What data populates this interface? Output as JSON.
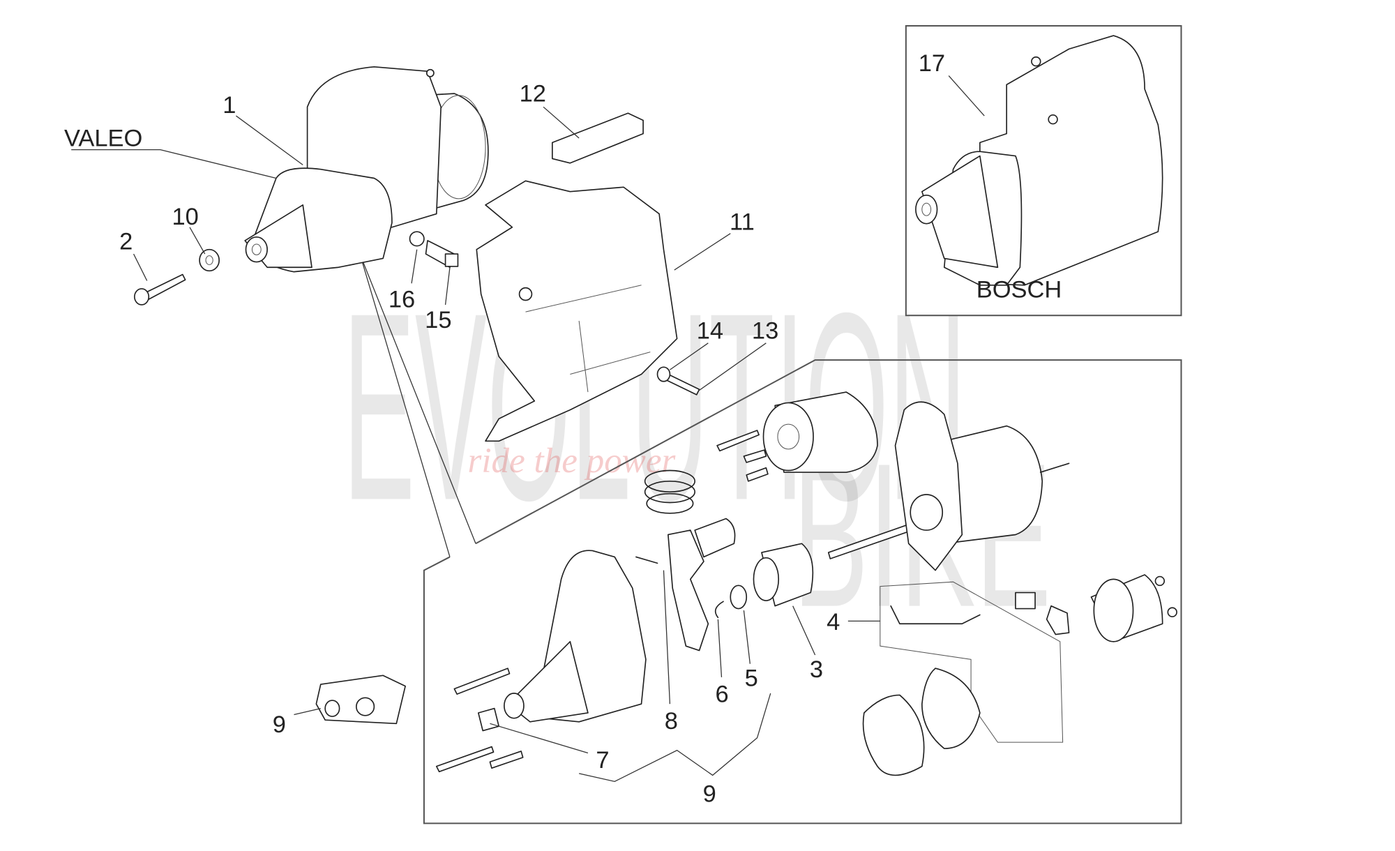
{
  "brands": {
    "valeo": "VALEO",
    "bosch": "BOSCH"
  },
  "callouts": {
    "p1": "1",
    "p2": "2",
    "p3": "3",
    "p4": "4",
    "p5": "5",
    "p6": "6",
    "p7": "7",
    "p8": "8",
    "p9a": "9",
    "p9b": "9",
    "p10": "10",
    "p11": "11",
    "p12": "12",
    "p13": "13",
    "p14": "14",
    "p15": "15",
    "p16": "16",
    "p17": "17"
  },
  "watermark": {
    "brand": "EVOLUTION BIKE",
    "tagline": "ride the power"
  }
}
